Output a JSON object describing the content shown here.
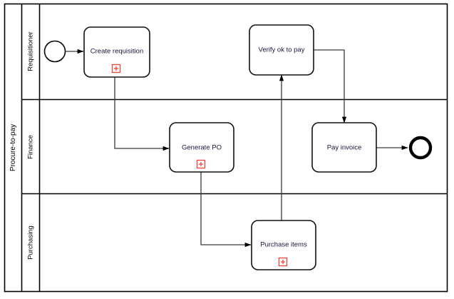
{
  "diagram": {
    "type": "bpmn-process-diagram",
    "pool": {
      "label": "Procure-to-pay"
    },
    "lanes": [
      {
        "id": "requisitioner",
        "label": "Requisitioner"
      },
      {
        "id": "finance",
        "label": "Finance"
      },
      {
        "id": "purchasing",
        "label": "Purchasing"
      }
    ],
    "events": [
      {
        "id": "start-event",
        "kind": "start",
        "lane": "requisitioner",
        "label": ""
      },
      {
        "id": "end-event",
        "kind": "end",
        "lane": "finance",
        "label": ""
      }
    ],
    "tasks": [
      {
        "id": "create-requisition",
        "label": "Create requisition",
        "lane": "requisitioner",
        "marker": "subprocess-collapsed",
        "marker_symbol": "+"
      },
      {
        "id": "verify-ok-to-pay",
        "label": "Verify ok to pay",
        "lane": "requisitioner",
        "marker": "none",
        "marker_symbol": ""
      },
      {
        "id": "generate-po",
        "label": "Generate PO",
        "lane": "finance",
        "marker": "subprocess-collapsed",
        "marker_symbol": "+"
      },
      {
        "id": "pay-invoice",
        "label": "Pay invoice",
        "lane": "finance",
        "marker": "none",
        "marker_symbol": ""
      },
      {
        "id": "purchase-items",
        "label": "Purchase items",
        "lane": "purchasing",
        "marker": "subprocess-collapsed",
        "marker_symbol": "+"
      }
    ],
    "sequence_flows": [
      {
        "id": "flow-start-to-create",
        "from": "start-event",
        "to": "create-requisition",
        "label": ""
      },
      {
        "id": "flow-create-to-generate",
        "from": "create-requisition",
        "to": "generate-po",
        "label": ""
      },
      {
        "id": "flow-generate-to-purchase",
        "from": "generate-po",
        "to": "purchase-items",
        "label": ""
      },
      {
        "id": "flow-purchase-to-verify",
        "from": "purchase-items",
        "to": "verify-ok-to-pay",
        "label": ""
      },
      {
        "id": "flow-verify-to-pay",
        "from": "verify-ok-to-pay",
        "to": "pay-invoice",
        "label": ""
      },
      {
        "id": "flow-pay-to-end",
        "from": "pay-invoice",
        "to": "end-event",
        "label": ""
      }
    ],
    "colors": {
      "background": "#ffffff",
      "border": "#000000",
      "task_border": "#111111",
      "task_text": "#14143c",
      "flow_line": "#3a3a3a",
      "marker_red": "#f4413b"
    }
  }
}
